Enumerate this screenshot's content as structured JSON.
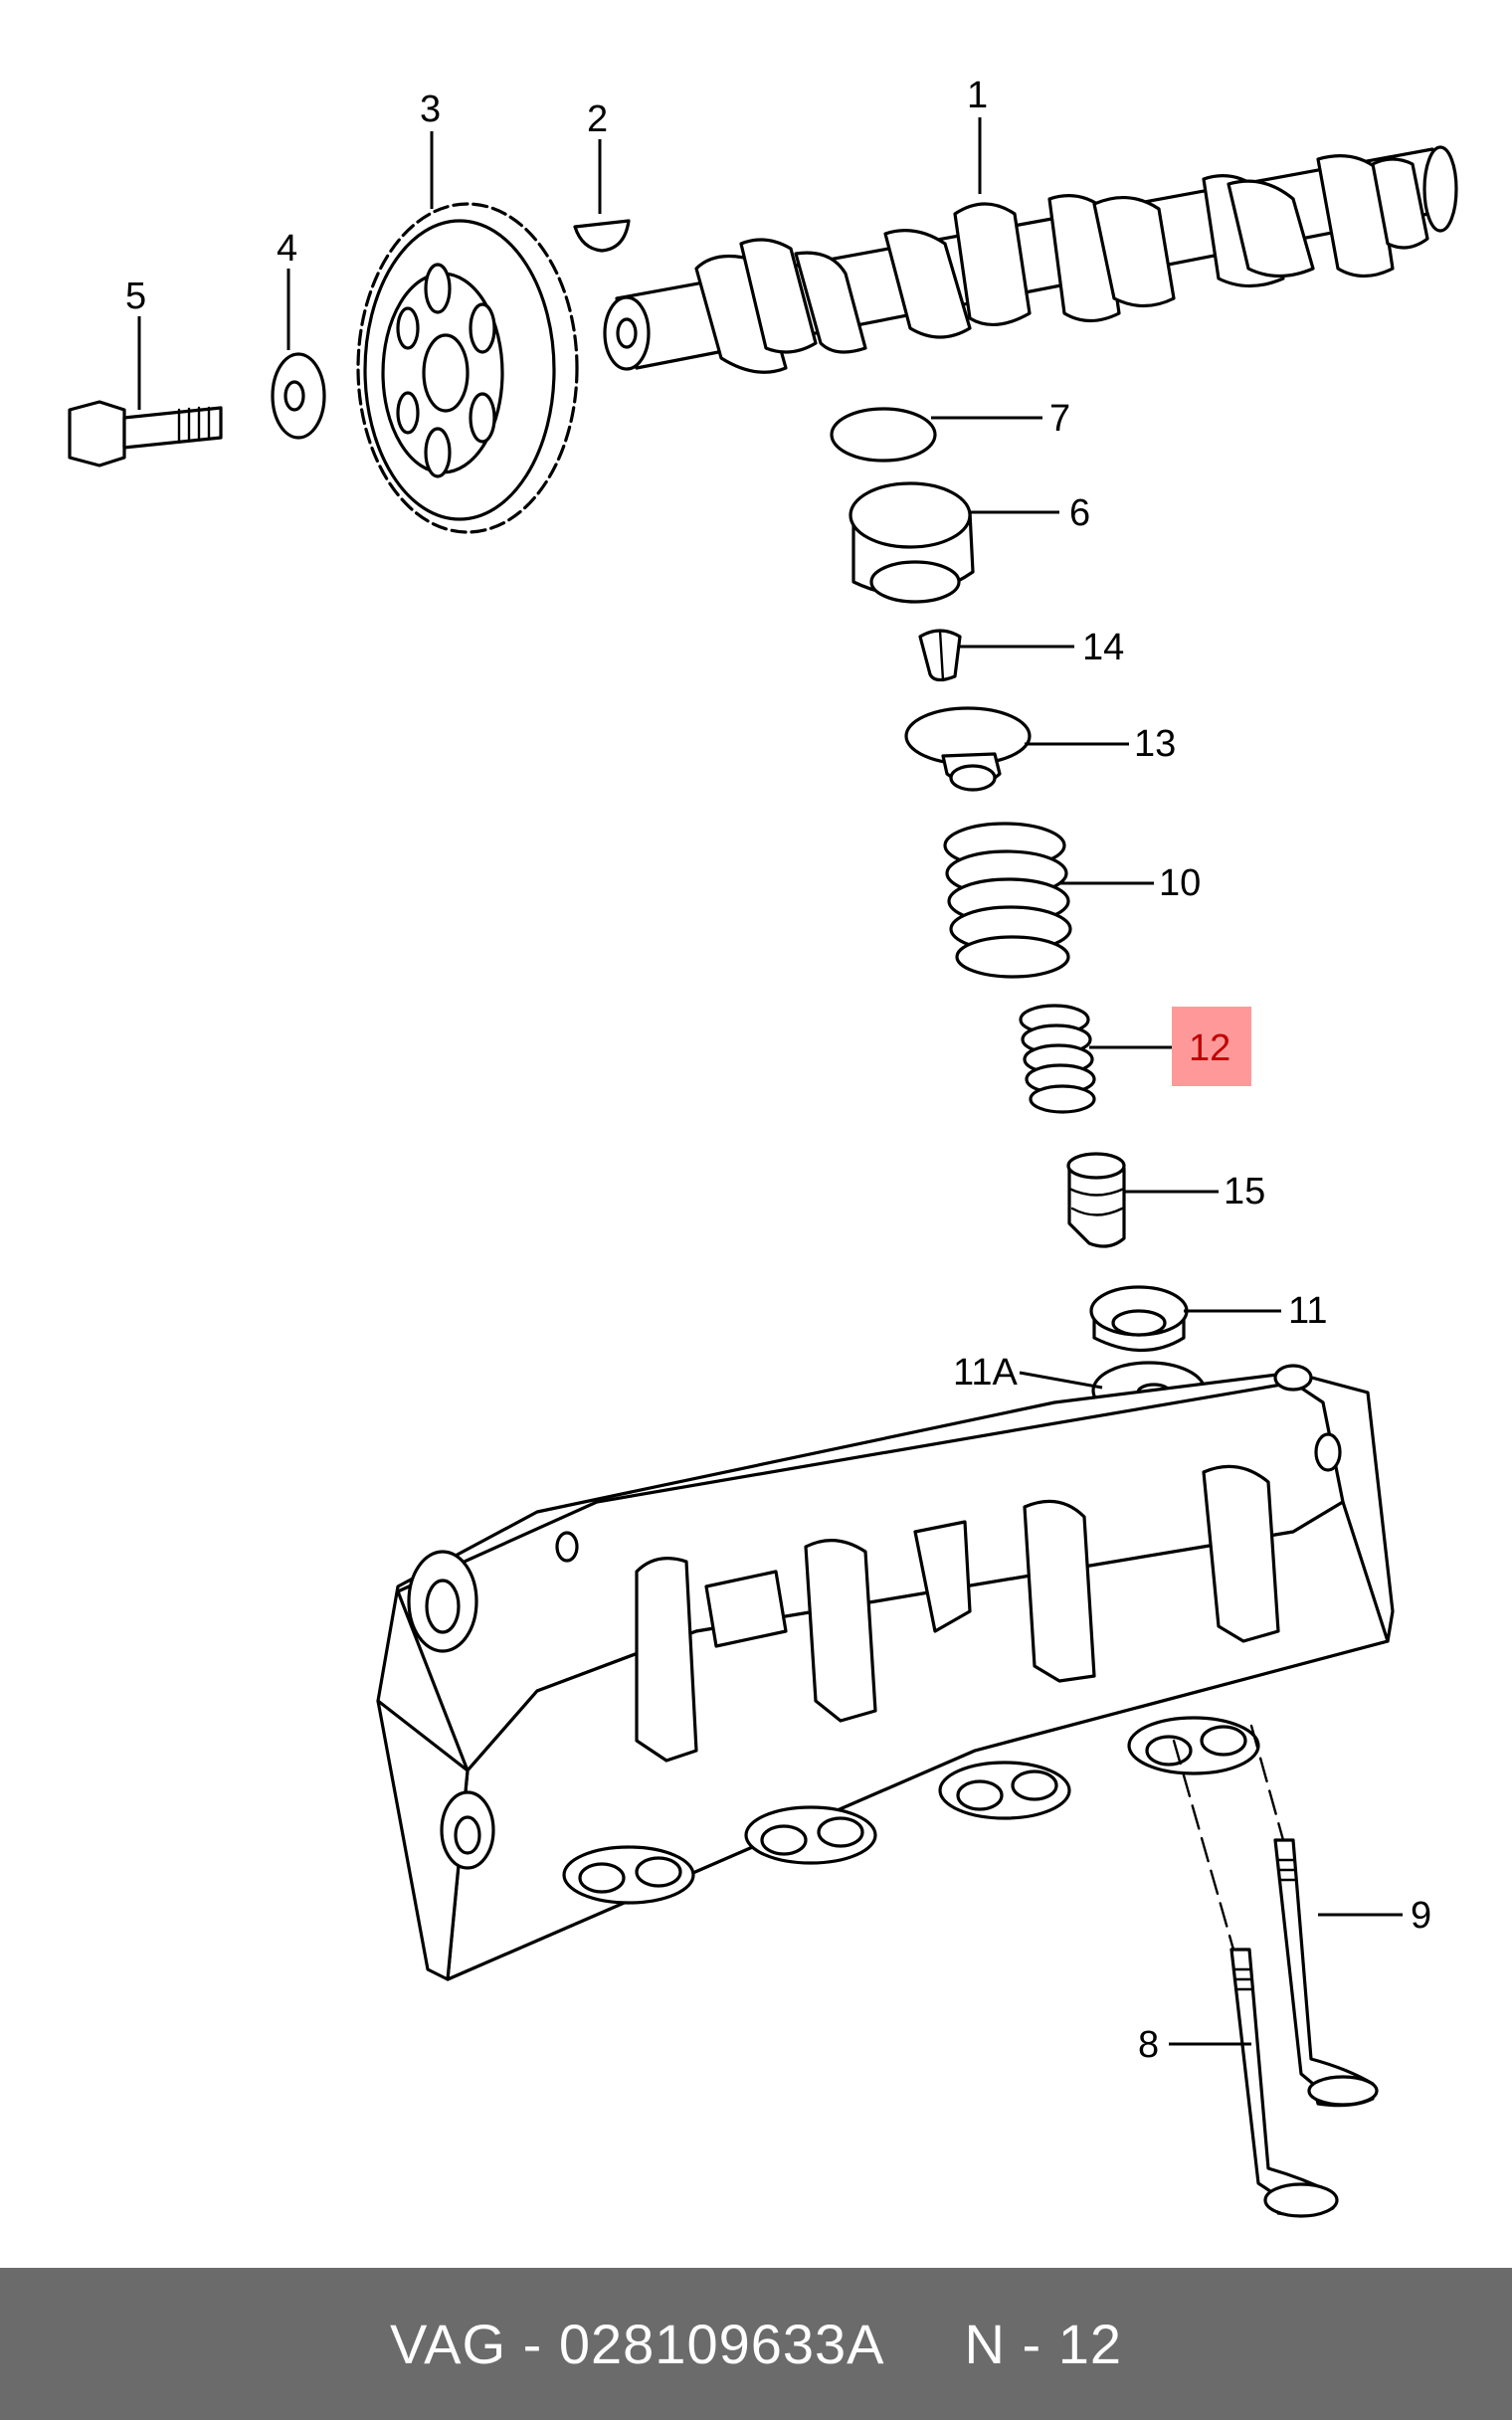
{
  "diagram": {
    "highlight_color": "#ff9999",
    "callouts": [
      {
        "id": "1",
        "text": "1"
      },
      {
        "id": "2",
        "text": "2"
      },
      {
        "id": "3",
        "text": "3"
      },
      {
        "id": "4",
        "text": "4"
      },
      {
        "id": "5",
        "text": "5"
      },
      {
        "id": "7",
        "text": "7"
      },
      {
        "id": "6",
        "text": "6"
      },
      {
        "id": "14",
        "text": "14"
      },
      {
        "id": "13",
        "text": "13"
      },
      {
        "id": "10",
        "text": "10"
      },
      {
        "id": "12",
        "text": "12",
        "highlighted": true
      },
      {
        "id": "15",
        "text": "15"
      },
      {
        "id": "11",
        "text": "11"
      },
      {
        "id": "11A",
        "text": "11A"
      },
      {
        "id": "9",
        "text": "9"
      },
      {
        "id": "8",
        "text": "8"
      }
    ],
    "parts": [
      "camshaft",
      "woodruff-key",
      "camshaft-sprocket",
      "washer",
      "bolt",
      "shim",
      "bucket-tappet",
      "valve-cotters",
      "spring-retainer",
      "outer-valve-spring",
      "inner-valve-spring",
      "valve-stem-seal",
      "spring-seat",
      "lower-spring-seat",
      "cylinder-head",
      "exhaust-valve",
      "intake-valve"
    ]
  },
  "footer": {
    "brand": "VAG",
    "separator": "-",
    "part_number": "028109633A",
    "position_label": "N - 12"
  }
}
